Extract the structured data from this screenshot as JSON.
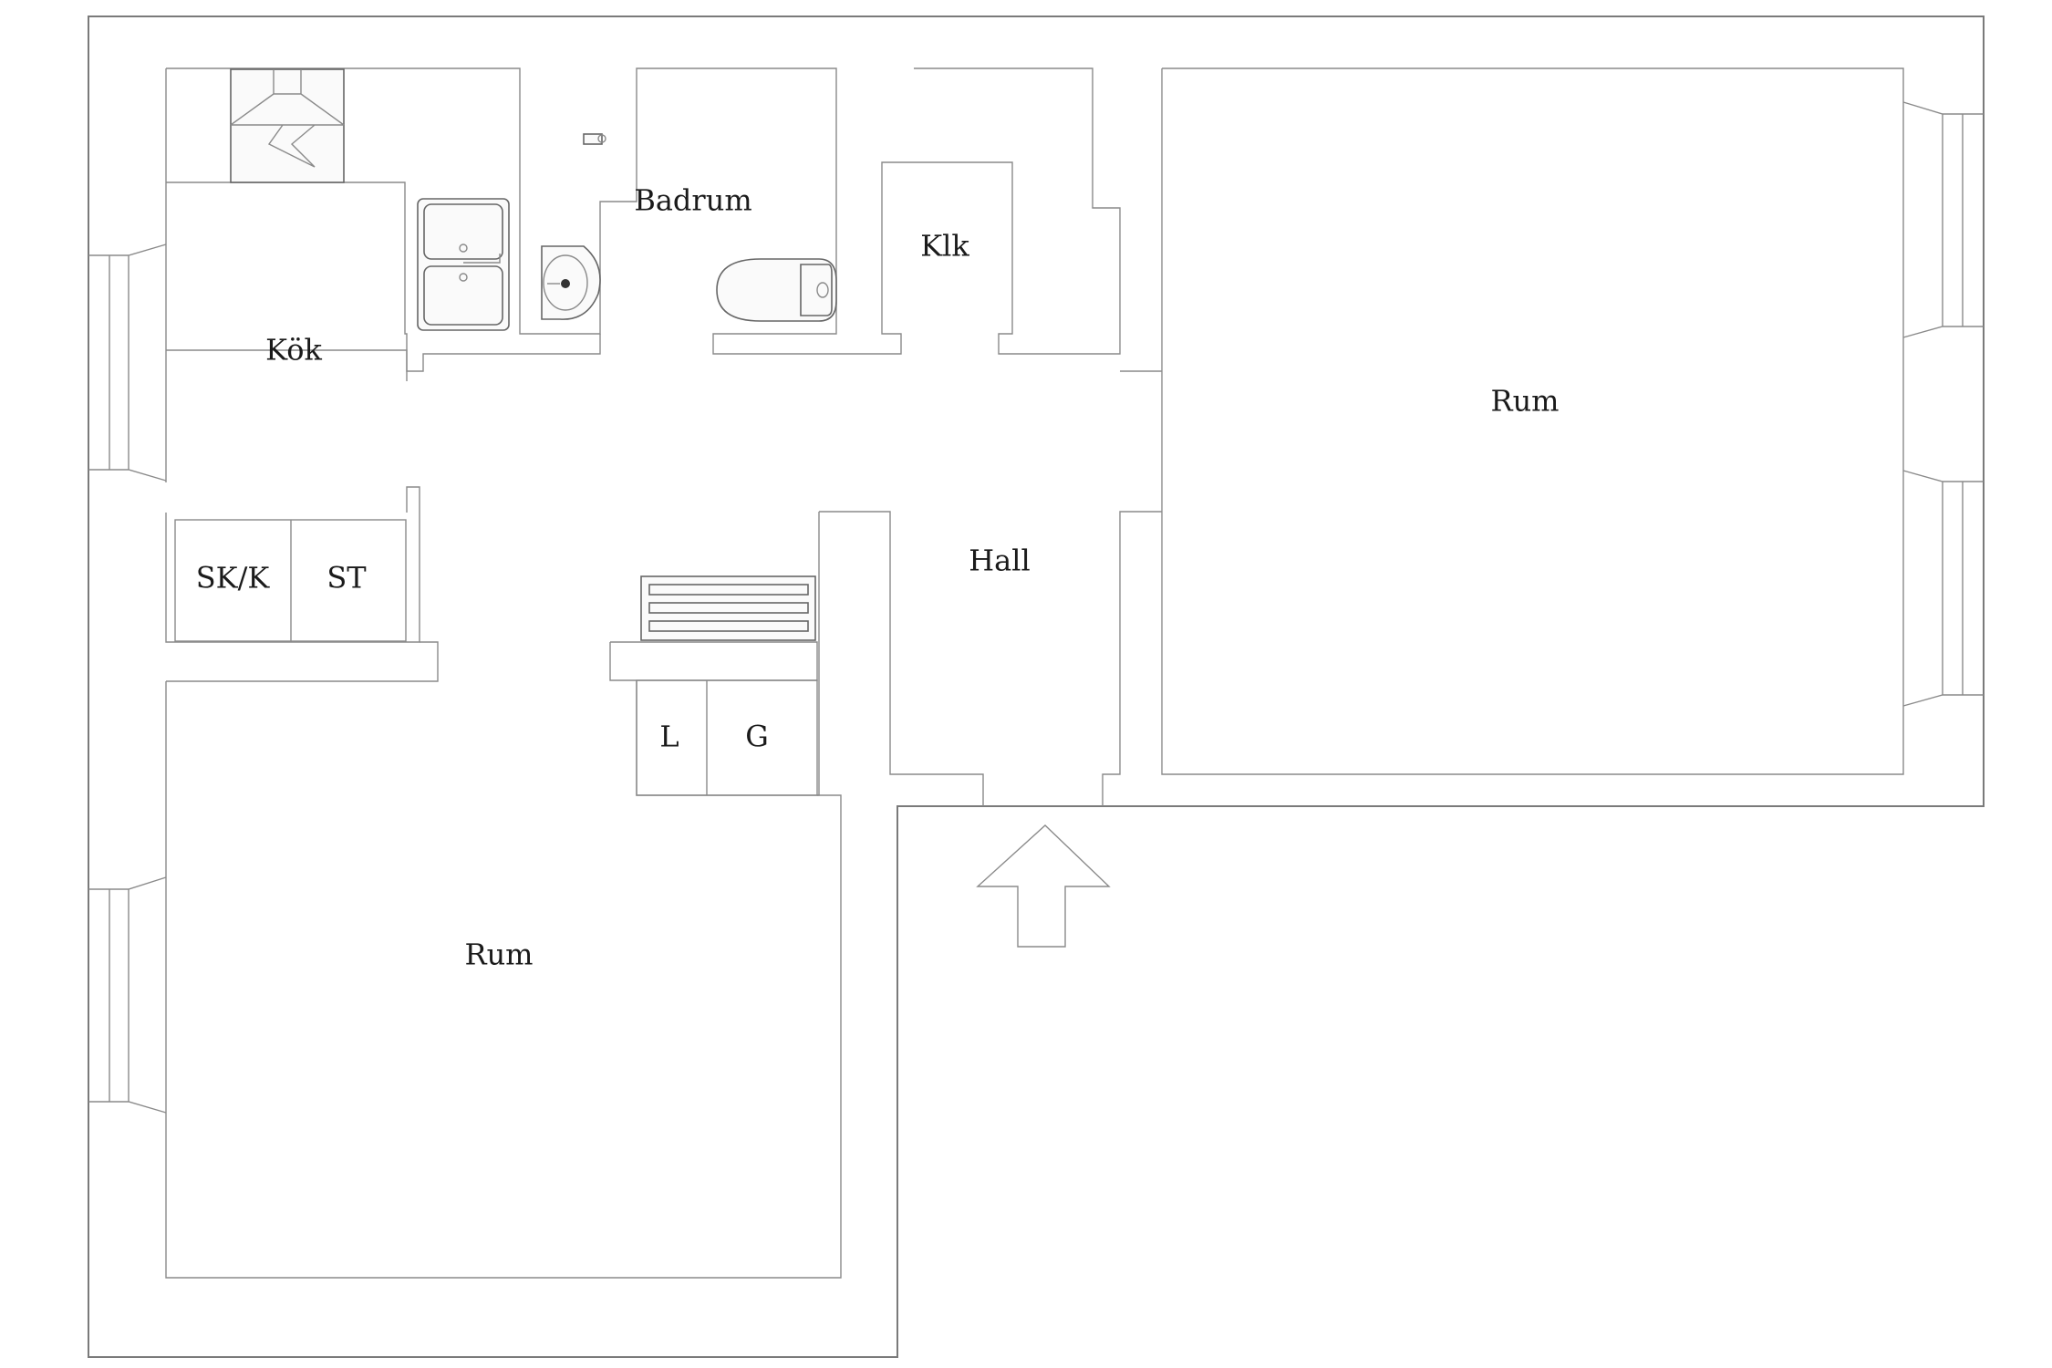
{
  "floorplan": {
    "rooms": {
      "kitchen": "Kök",
      "bathroom": "Badrum",
      "closet": "Klk",
      "living_room": "Rum",
      "hall": "Hall",
      "storage_skk": "SK/K",
      "storage_st": "ST",
      "wardrobe_l": "L",
      "wardrobe_g": "G",
      "bedroom": "Rum"
    },
    "icons": {
      "entrance": "entrance-arrow-icon",
      "stove_hood": "stove-hood-icon",
      "sink": "double-sink-icon",
      "washbasin": "washbasin-icon",
      "toilet": "toilet-icon",
      "shelving": "shoe-rack-icon"
    },
    "colors": {
      "wall_stroke": "#7a7a7a",
      "background": "#ffffff",
      "text": "#1a1a1a"
    }
  }
}
